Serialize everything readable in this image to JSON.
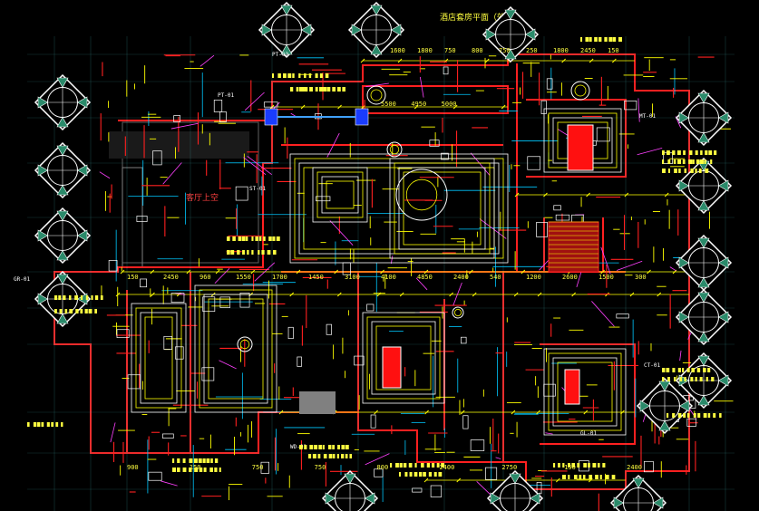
{
  "drawing": {
    "colors": {
      "background": "#000000",
      "wall": "#ff2020",
      "dimension": "#ffff00",
      "annotation": "#ffff40",
      "fixture": "#ffffff",
      "structure": "#00c8ff",
      "secondary": "#ff40ff",
      "grid": "#3aa0a0",
      "fill_red": "#ff1010",
      "fill_grey": "#808080"
    },
    "top_title": "酒店套房平面（效果）",
    "dimensions_top": [
      "1600",
      "1800",
      "750",
      "800",
      "750",
      "250",
      "1800",
      "2450",
      "150"
    ],
    "dimensions_upper": [
      "5500",
      "4950",
      "5000"
    ],
    "dimensions_mid": [
      "150",
      "2450",
      "960",
      "1550",
      "1700",
      "1450",
      "3100",
      "4100",
      "4850",
      "2400",
      "540",
      "1200",
      "2600",
      "1500",
      "300"
    ],
    "dimensions_lower": [
      "900",
      "150",
      "750",
      "750",
      "800",
      "2400",
      "2750",
      "150",
      "2400"
    ],
    "room_label": "客厅上空",
    "annotation_labels": [
      "PT-01",
      "PT-02",
      "GR-01",
      "ST-01",
      "WD-01",
      "GL-01",
      "MT-01",
      "CT-01"
    ]
  }
}
